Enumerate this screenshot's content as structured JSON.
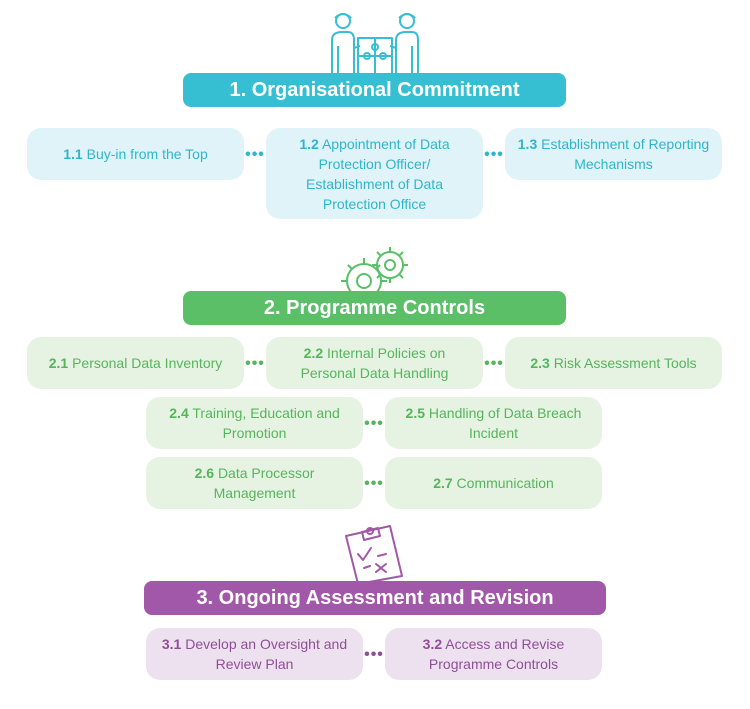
{
  "colors": {
    "section1": "#36bfd3",
    "section1_light": "#dff3f8",
    "section2": "#5bbf68",
    "section2_light": "#e6f3e2",
    "section3": "#a158a8",
    "section3_light": "#eee1ef"
  },
  "icons": [
    "handshake-puzzle-icon",
    "gears-icon",
    "clipboard-checklist-icon"
  ],
  "sections": [
    {
      "title": "1. Organisational Commitment",
      "items": [
        {
          "num": "1.1",
          "text": "Buy-in from the Top"
        },
        {
          "num": "1.2",
          "text": "Appointment of Data Protection Officer/ Establishment of Data Protection Office"
        },
        {
          "num": "1.3",
          "text": "Establishment of Reporting Mechanisms"
        }
      ]
    },
    {
      "title": "2. Programme Controls",
      "items": [
        {
          "num": "2.1",
          "text": "Personal Data Inventory"
        },
        {
          "num": "2.2",
          "text": "Internal Policies on Personal Data Handling"
        },
        {
          "num": "2.3",
          "text": "Risk Assessment Tools"
        },
        {
          "num": "2.4",
          "text": "Training, Education and Promotion"
        },
        {
          "num": "2.5",
          "text": "Handling of Data Breach Incident"
        },
        {
          "num": "2.6",
          "text": "Data Processor Management"
        },
        {
          "num": "2.7",
          "text": "Communication"
        }
      ]
    },
    {
      "title": "3. Ongoing Assessment and Revision",
      "items": [
        {
          "num": "3.1",
          "text": "Develop an Oversight and Review Plan"
        },
        {
          "num": "3.2",
          "text": "Access and Revise Programme Controls"
        }
      ]
    }
  ]
}
